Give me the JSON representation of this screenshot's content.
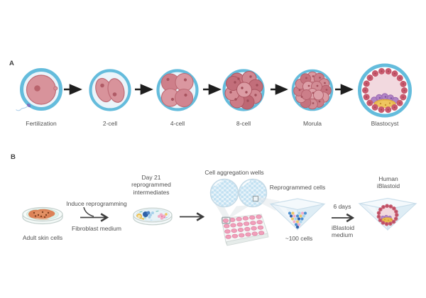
{
  "palette": {
    "zona_blue": "#64BCDC",
    "zona_interior": "#EBF4FA",
    "cell_pink": "#D8939B",
    "cell_pink_border": "#BE6B76",
    "trophectoderm_rose": "#C75A6E",
    "blastocoel_pink": "#F2D9DF",
    "inner_cell_mass_purple": "#B184C6",
    "hypoblast_yellow": "#E8BA4E",
    "dish_mint": "#DDF1E9",
    "skin_cell_orange": "#DC8156",
    "microwell_blue": "#C2E1F2",
    "plate_well_pink": "#F19FBA",
    "arrow_dark": "#1E1E1E",
    "text_gray": "#515151"
  },
  "panel_a": {
    "label": "A",
    "stages": [
      {
        "label": "Fertilization"
      },
      {
        "label": "2-cell"
      },
      {
        "label": "4-cell"
      },
      {
        "label": "8-cell"
      },
      {
        "label": "Morula"
      },
      {
        "label": "Blastocyst"
      }
    ]
  },
  "panel_b": {
    "label": "B",
    "steps": {
      "adult_skin_cells": "Adult skin cells",
      "induce_reprogramming": "Induce reprogramming",
      "fibroblast_medium": "Fibroblast medium",
      "day21_intermediates": "Day 21\nreprogrammed\nintermediates",
      "cell_aggregation_wells": "Cell aggregation wells",
      "reprogrammed_cells": "Reprogrammed cells",
      "cell_count": "~100 cells",
      "six_days": "6 days",
      "iblastoid_medium": "iBlastoid\nmedium",
      "human_iblastoid": "Human\niBlastoid"
    }
  }
}
